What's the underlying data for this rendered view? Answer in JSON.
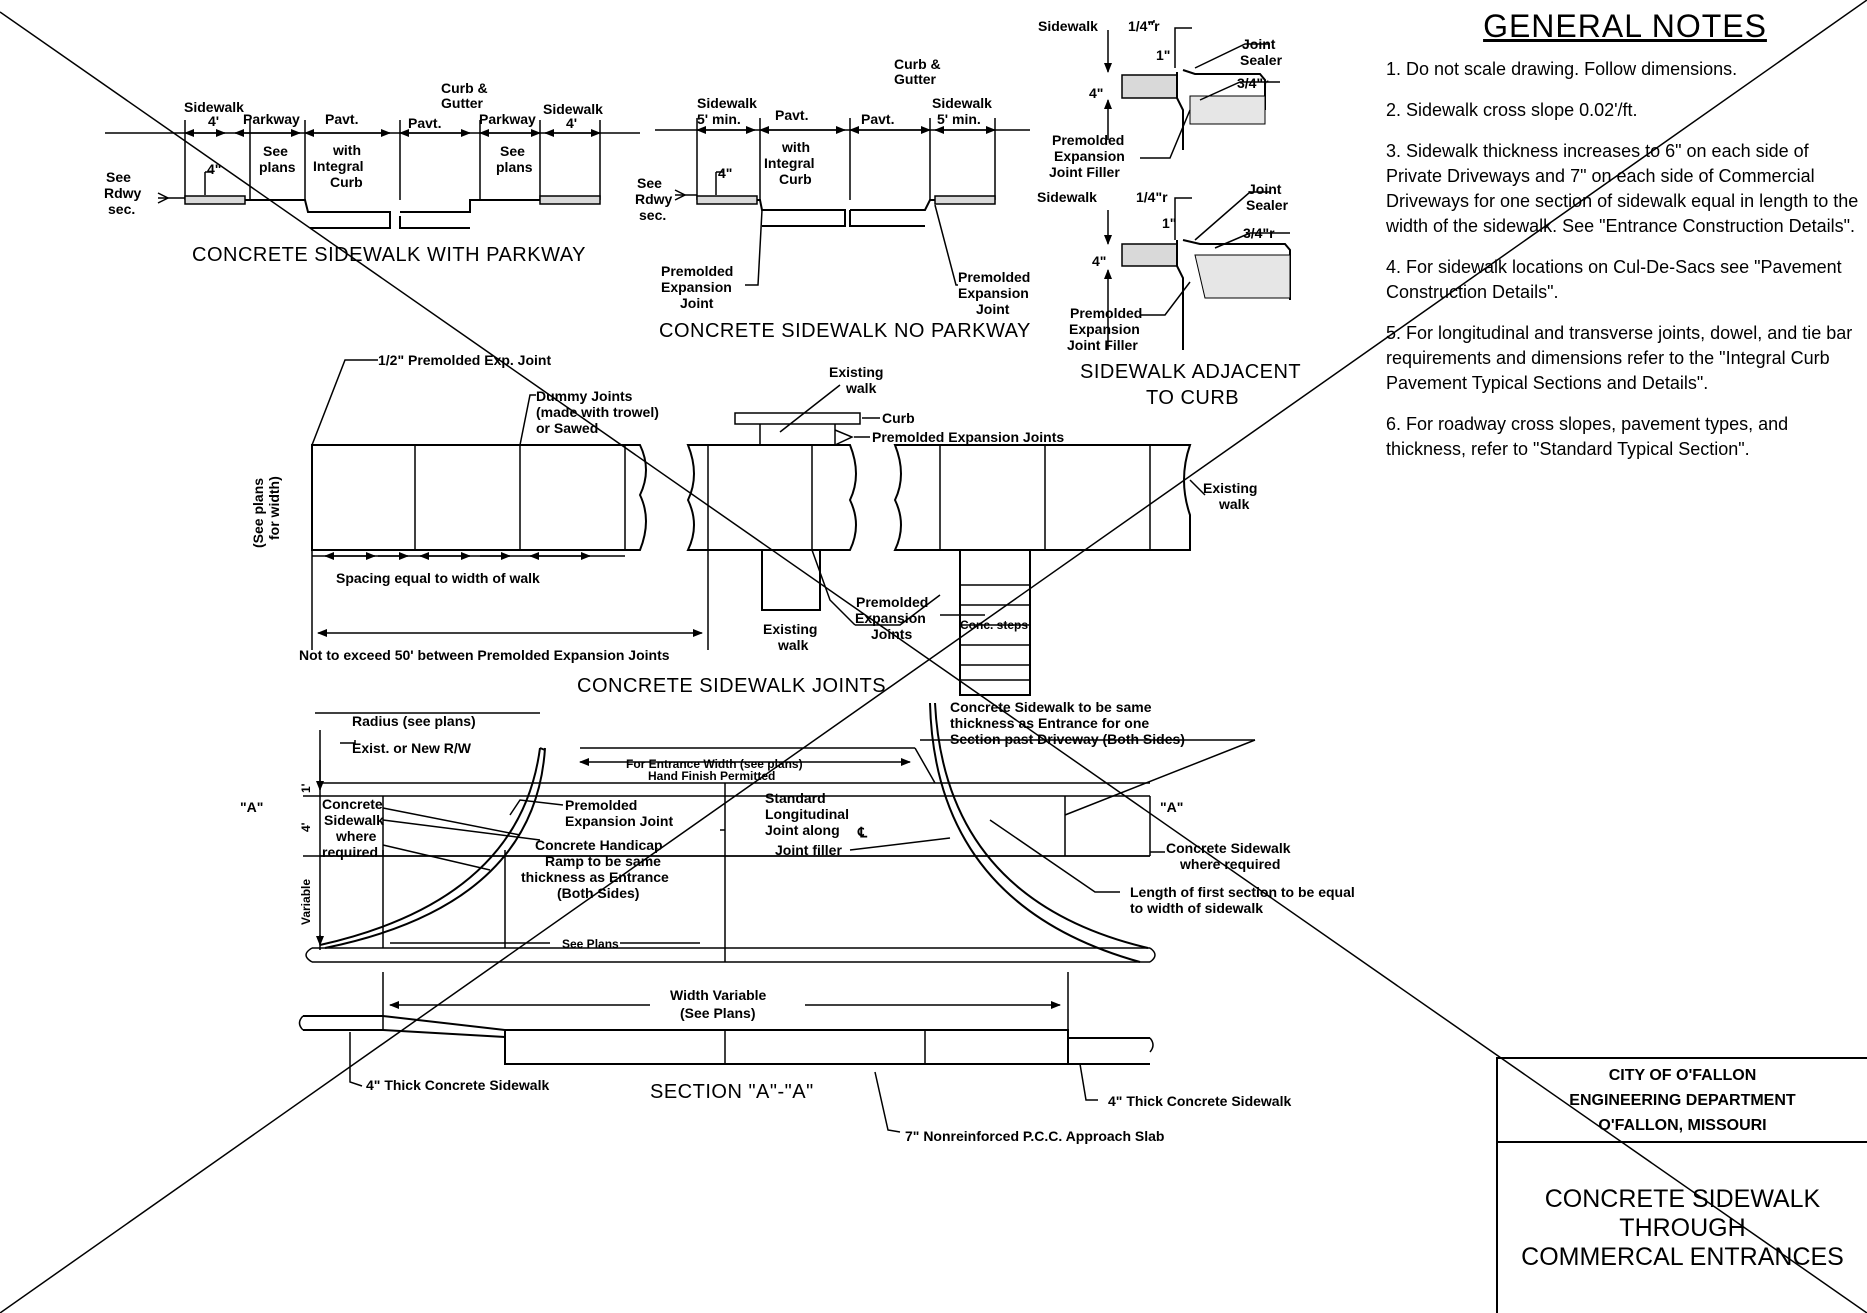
{
  "notes": {
    "title": "GENERAL NOTES",
    "items": [
      "1.   Do not scale drawing.     Follow dimensions.",
      "2.   Sidewalk cross slope 0.02'/ft.",
      "3.   Sidewalk thickness increases to 6\" on each side of Private Driveways and 7\" on each side of Commercial Driveways for one section of sidewalk equal in length to the width of the sidewalk.   See \"Entrance Construction Details\".",
      "4.   For sidewalk locations on Cul-De-Sacs see \"Pavement Construction Details\".",
      "5.   For longitudinal and transverse joints, dowel, and tie bar requirements and dimensions refer to the \"Integral Curb Pavement Typical Sections and Details\".",
      "6.   For roadway cross slopes, pavement types, and thickness, refer to \"Standard Typical Section\"."
    ]
  },
  "titleblock": {
    "org_line1": "CITY OF O'FALLON",
    "org_line2": "ENGINEERING DEPARTMENT",
    "org_line3": "O'FALLON, MISSOURI",
    "title_line1": "CONCRETE SIDEWALK",
    "title_line2": "THROUGH",
    "title_line3": "COMMERCAL ENTRANCES"
  },
  "parkway": {
    "title": "CONCRETE SIDEWALK WITH PARKWAY",
    "sidewalk_left": "Sidewalk",
    "dim4_left": "4'",
    "parkway_left": "Parkway",
    "pavt_left": "Pavt.",
    "pavt_center": "Pavt.",
    "curb_gutter_1": "Curb &",
    "curb_gutter_2": "Gutter",
    "parkway_right": "Parkway",
    "sidewalk_right": "Sidewalk",
    "dim4_right": "4'",
    "see_plans_l1": "See",
    "see_plans_l2": "plans",
    "with_l1": "with",
    "with_l2": "Integral",
    "with_l3": "Curb",
    "see_plans_r1": "See",
    "see_plans_r2": "plans",
    "see_rdwy_1": "See",
    "see_rdwy_2": "Rdwy",
    "see_rdwy_3": "sec.",
    "thk": "4\""
  },
  "noparkway": {
    "title": "CONCRETE SIDEWALK NO PARKWAY",
    "curb_gutter_1": "Curb &",
    "curb_gutter_2": "Gutter",
    "sidewalk_left": "Sidewalk",
    "min_left": "5' min.",
    "pavt": "Pavt.",
    "pavt_right": "Pavt.",
    "sidewalk_right": "Sidewalk",
    "min_right": "5' min.",
    "with_l1": "with",
    "with_l2": "Integral",
    "with_l3": "Curb",
    "see_rdwy_1": "See",
    "see_rdwy_2": "Rdwy",
    "see_rdwy_3": "sec.",
    "thk": "4\"",
    "pej_l1": "Premolded",
    "pej_l2": "Expansion",
    "pej_l3": "Joint",
    "pej_r1": "Premolded",
    "pej_r2": "Expansion",
    "pej_r3": "Joint"
  },
  "adjacent": {
    "title_l1": "SIDEWALK ADJACENT",
    "title_l2": "TO CURB",
    "sidewalk": "Sidewalk",
    "r14": "1/4\"r",
    "one_in": "1\"",
    "joint_sealer_1": "Joint",
    "joint_sealer_2": "Sealer",
    "r34": "3/4\"r",
    "thk": "4\"",
    "filler_1": "Premolded",
    "filler_2": "Expansion",
    "filler_3": "Joint Filler"
  },
  "joints": {
    "title": "CONCRETE SIDEWALK JOINTS",
    "half_joint": "1/2\" Premolded Exp. Joint",
    "dummy_1": "Dummy Joints",
    "dummy_2": "(made with trowel)",
    "dummy_3": "or Sawed",
    "see_plans_width_1": "(See plans",
    "see_plans_width_2": "for width)",
    "spacing": "Spacing equal to width of walk",
    "not_exceed": "Not to exceed 50' between Premolded Expansion Joints",
    "existing_walk_top_1": "Existing",
    "existing_walk_top_2": "walk",
    "curb": "Curb",
    "pej": "Premolded Expansion Joints",
    "existing_walk_right_1": "Existing",
    "existing_walk_right_2": "walk",
    "existing_walk_bot_1": "Existing",
    "existing_walk_bot_2": "walk",
    "pej_mid_1": "Premolded",
    "pej_mid_2": "Expansion",
    "pej_mid_3": "Joints",
    "steps": "Conc. steps"
  },
  "entrance": {
    "radius": "Radius (see plans)",
    "rw": "Exist. or New R/W",
    "entrance_width": "For Entrance Width (see plans)",
    "hand_finish": "Hand Finish Permitted",
    "same_thk_1": "Concrete Sidewalk to be same",
    "same_thk_2": "thickness as Entrance for one",
    "same_thk_3": "Section past Driveway (Both Sides)",
    "a_left": "\"A\"",
    "a_right": "\"A\"",
    "one_ft": "1'",
    "four_ft": "4'",
    "variable": "Variable",
    "cs_req_1": "Concrete",
    "cs_req_2": "Sidewalk",
    "cs_req_3": "where",
    "cs_req_4": "required",
    "pej_1": "Premolded",
    "pej_2": "Expansion Joint",
    "ramp_1": "Concrete Handicap",
    "ramp_2": "Ramp to be same",
    "ramp_3": "thickness as Entrance",
    "ramp_4": "(Both Sides)",
    "std_1": "Standard",
    "std_2": "Longitudinal",
    "std_3": "Joint along",
    "std_cl": "℄",
    "joint_filler": "Joint filler",
    "cs_right_1": "Concrete Sidewalk",
    "cs_right_2": "where required",
    "length_1": "Length of first section to be equal",
    "length_2": "to width of sidewalk",
    "see_plans": "See Plans"
  },
  "section": {
    "width_1": "Width Variable",
    "width_2": "(See Plans)",
    "title": "SECTION \"A\"-\"A\"",
    "thick_left": "4\" Thick Concrete Sidewalk",
    "thick_right": "4\" Thick Concrete Sidewalk",
    "slab": "7\" Nonreinforced P.C.C. Approach Slab"
  }
}
